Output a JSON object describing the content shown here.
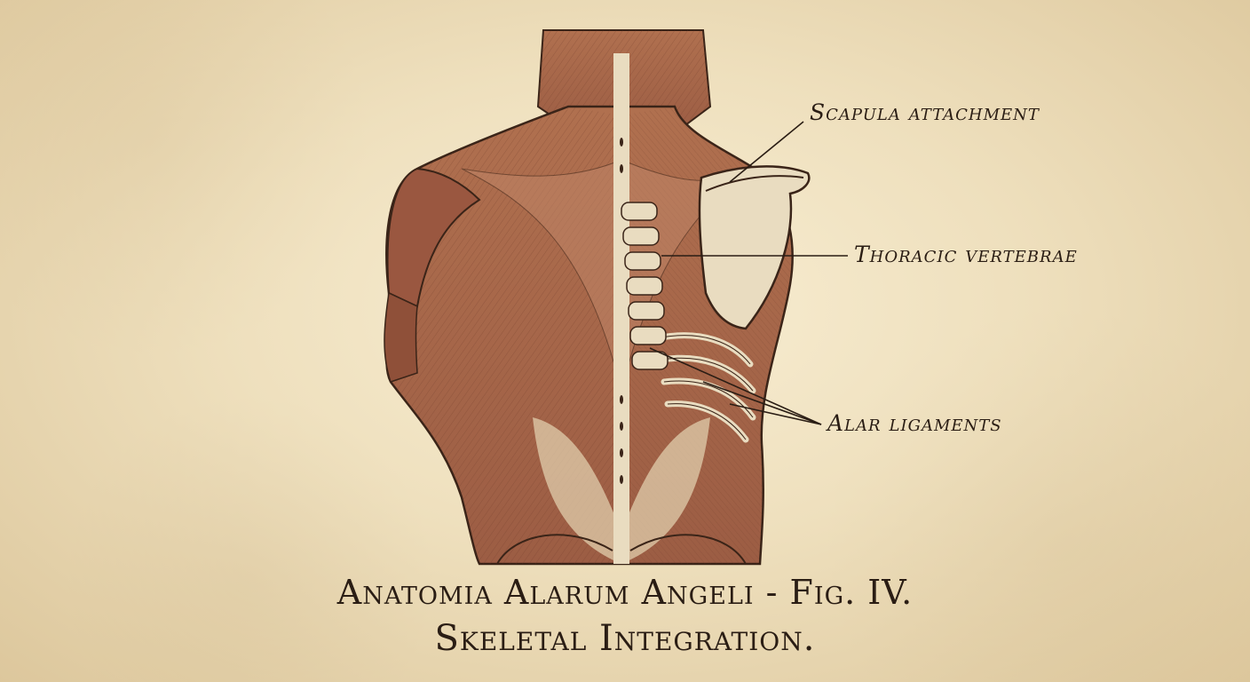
{
  "labels": {
    "scapula": "Scapula attachment",
    "thoracic": "Thoracic vertebrae",
    "alar": "Alar ligaments"
  },
  "caption": {
    "line1": "Anatomia Alarum Angeli - Fig. IV.",
    "line2": "Skeletal Integration."
  },
  "colors": {
    "parchment": "#ecdcb9",
    "muscle": "#a8654a",
    "muscle_dark": "#7a4330",
    "bone": "#e9dcc0",
    "ink": "#2a1d14"
  }
}
